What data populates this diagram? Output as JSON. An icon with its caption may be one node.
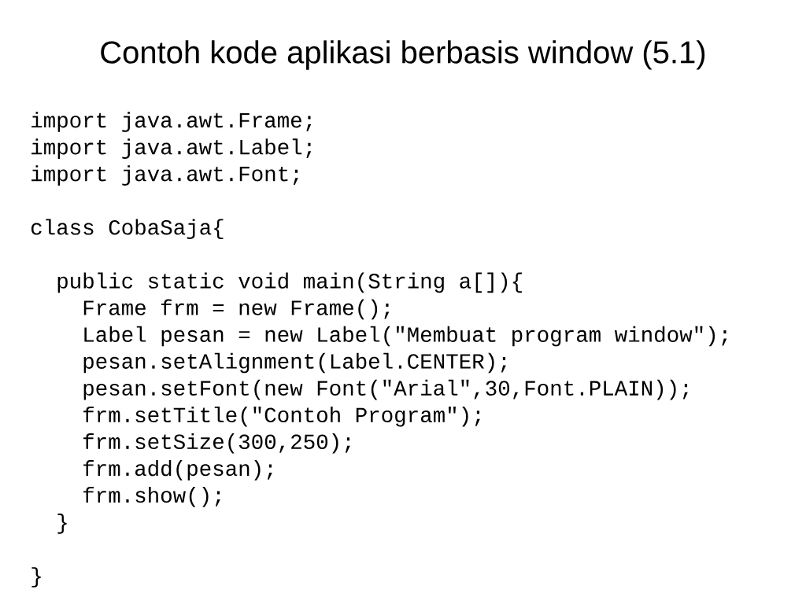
{
  "diagram": {
    "title": "Contoh kode aplikasi berbasis window (5.1)",
    "labels": [
      "import java.awt.Frame;",
      "import java.awt.Label;",
      "import java.awt.Font;",
      "class CobaSaja{",
      "public static void main(String a[]){",
      "Frame frm = new Frame();",
      "Label pesan = new Label(\"Membuat program window\");",
      "pesan.setAlignment(Label.CENTER);",
      "pesan.setFont(new Font(\"Arial\",30,Font.PLAIN));",
      "frm.setTitle(\"Contoh Program\");",
      "frm.setSize(300,250);",
      "frm.add(pesan);",
      "frm.show();",
      "}",
      "}"
    ]
  }
}
